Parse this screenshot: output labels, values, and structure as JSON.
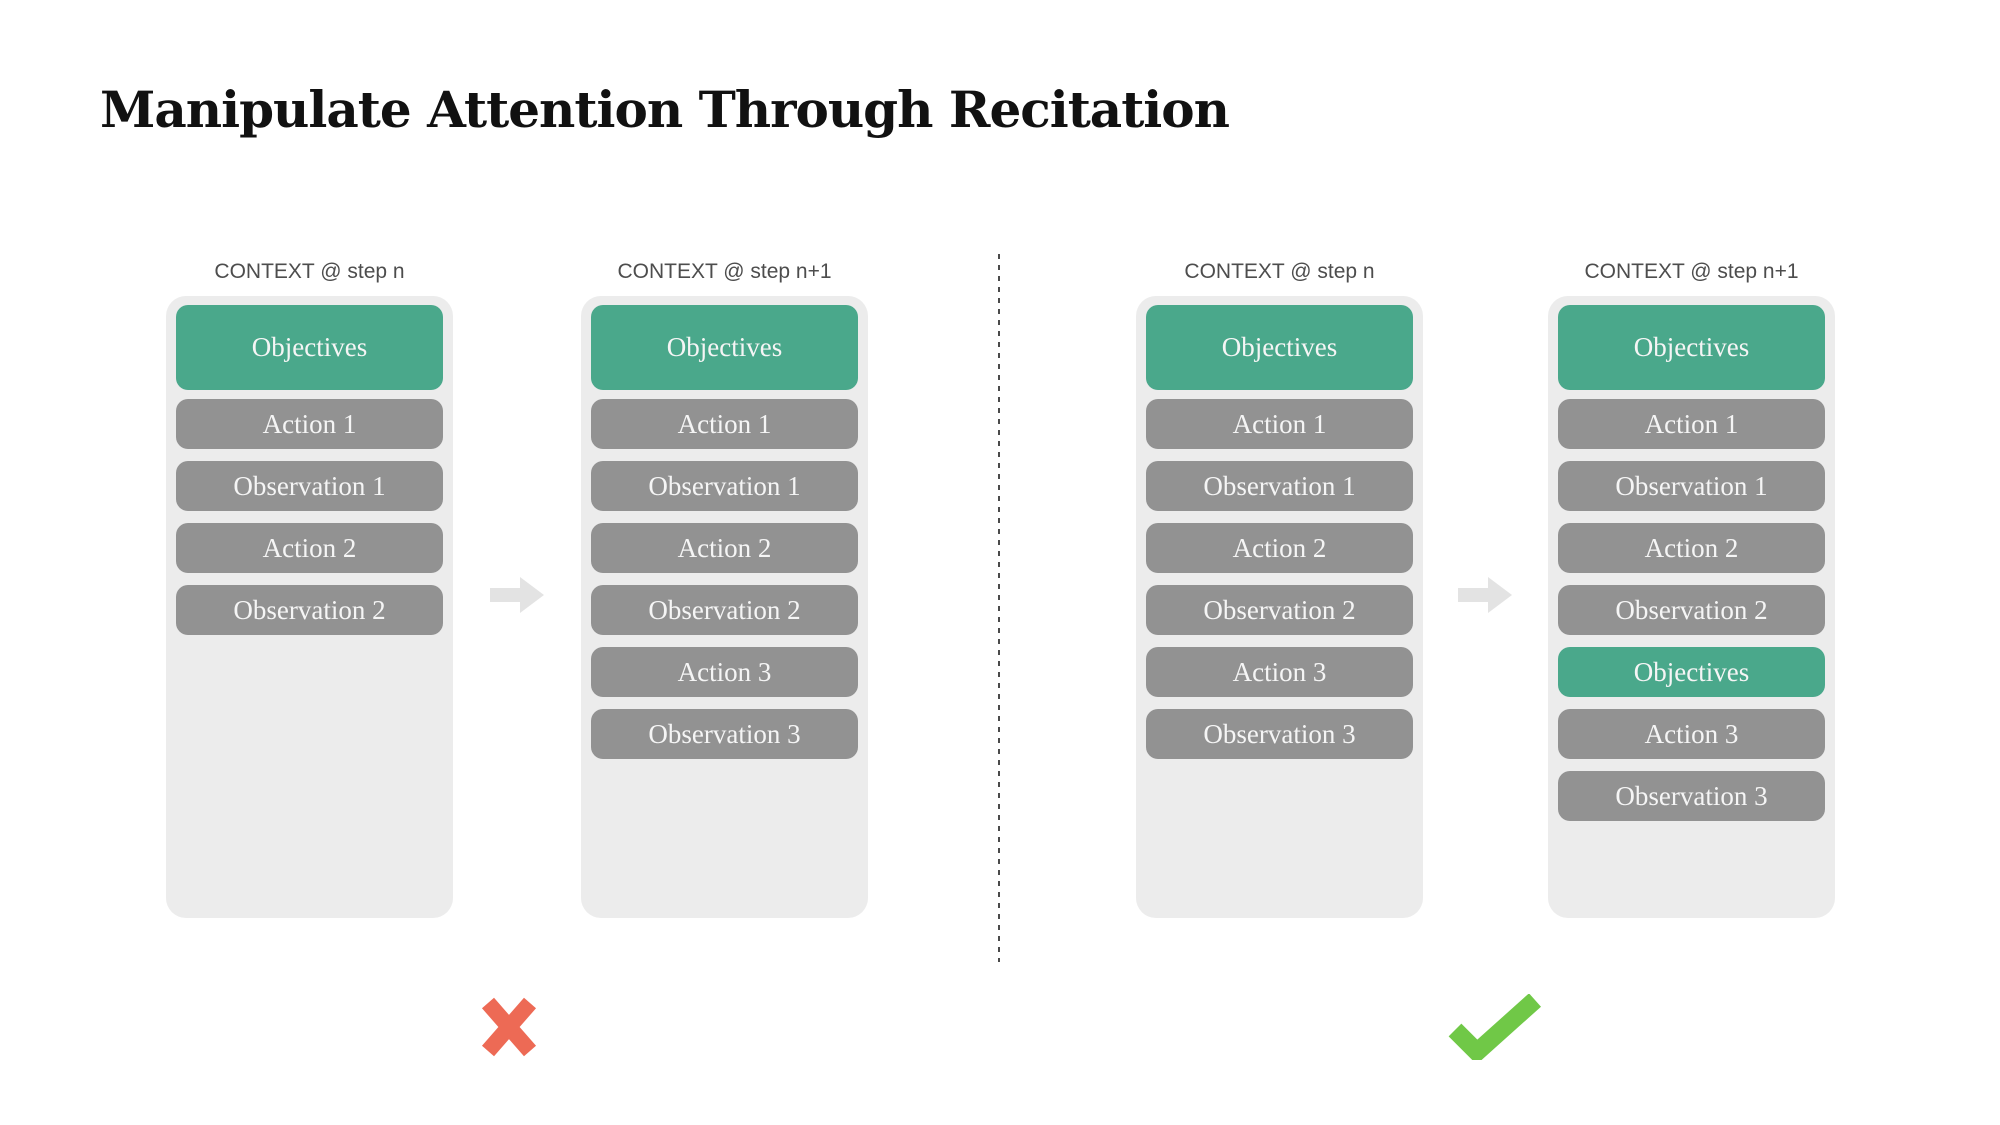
{
  "title": "Manipulate Attention Through Recitation",
  "colors": {
    "objective": "#4AA88B",
    "step": "#929292",
    "panel_bg": "#ECECEC",
    "arrow": "#E3E3E3",
    "cross": "#ED6A55",
    "check": "#70C847",
    "header_text": "#4D4D4D",
    "block_text": "#F5F5F5",
    "title_text": "#111111",
    "divider": "#4A4A4A",
    "page_bg": "#FFFFFF"
  },
  "icons": {
    "transition": "right-arrow-icon",
    "bad_verdict": "cross-icon",
    "good_verdict": "check-icon"
  },
  "sections": [
    {
      "name": "without-recitation",
      "verdict_icon": "cross-icon",
      "panels": [
        {
          "header": "CONTEXT @ step n",
          "items": [
            {
              "type": "objective",
              "label": "Objectives"
            },
            {
              "type": "step",
              "label": "Action 1"
            },
            {
              "type": "step",
              "label": "Observation 1"
            },
            {
              "type": "step",
              "label": "Action 2"
            },
            {
              "type": "step",
              "label": "Observation 2"
            }
          ]
        },
        {
          "header": "CONTEXT @ step n+1",
          "items": [
            {
              "type": "objective",
              "label": "Objectives"
            },
            {
              "type": "step",
              "label": "Action 1"
            },
            {
              "type": "step",
              "label": "Observation 1"
            },
            {
              "type": "step",
              "label": "Action 2"
            },
            {
              "type": "step",
              "label": "Observation 2"
            },
            {
              "type": "step",
              "label": "Action 3"
            },
            {
              "type": "step",
              "label": "Observation 3"
            }
          ]
        }
      ]
    },
    {
      "name": "with-recitation",
      "verdict_icon": "check-icon",
      "panels": [
        {
          "header": "CONTEXT @ step n",
          "items": [
            {
              "type": "objective",
              "label": "Objectives"
            },
            {
              "type": "step",
              "label": "Action 1"
            },
            {
              "type": "step",
              "label": "Observation 1"
            },
            {
              "type": "step",
              "label": "Action 2"
            },
            {
              "type": "step",
              "label": "Observation 2"
            },
            {
              "type": "step",
              "label": "Action 3"
            },
            {
              "type": "step",
              "label": "Observation 3"
            }
          ]
        },
        {
          "header": "CONTEXT @ step n+1",
          "items": [
            {
              "type": "objective",
              "label": "Objectives"
            },
            {
              "type": "step",
              "label": "Action 1"
            },
            {
              "type": "step",
              "label": "Observation 1"
            },
            {
              "type": "step",
              "label": "Action 2"
            },
            {
              "type": "step",
              "label": "Observation 2"
            },
            {
              "type": "objective",
              "label": "Objectives"
            },
            {
              "type": "step",
              "label": "Action 3"
            },
            {
              "type": "step",
              "label": "Observation 3"
            }
          ]
        }
      ]
    }
  ]
}
